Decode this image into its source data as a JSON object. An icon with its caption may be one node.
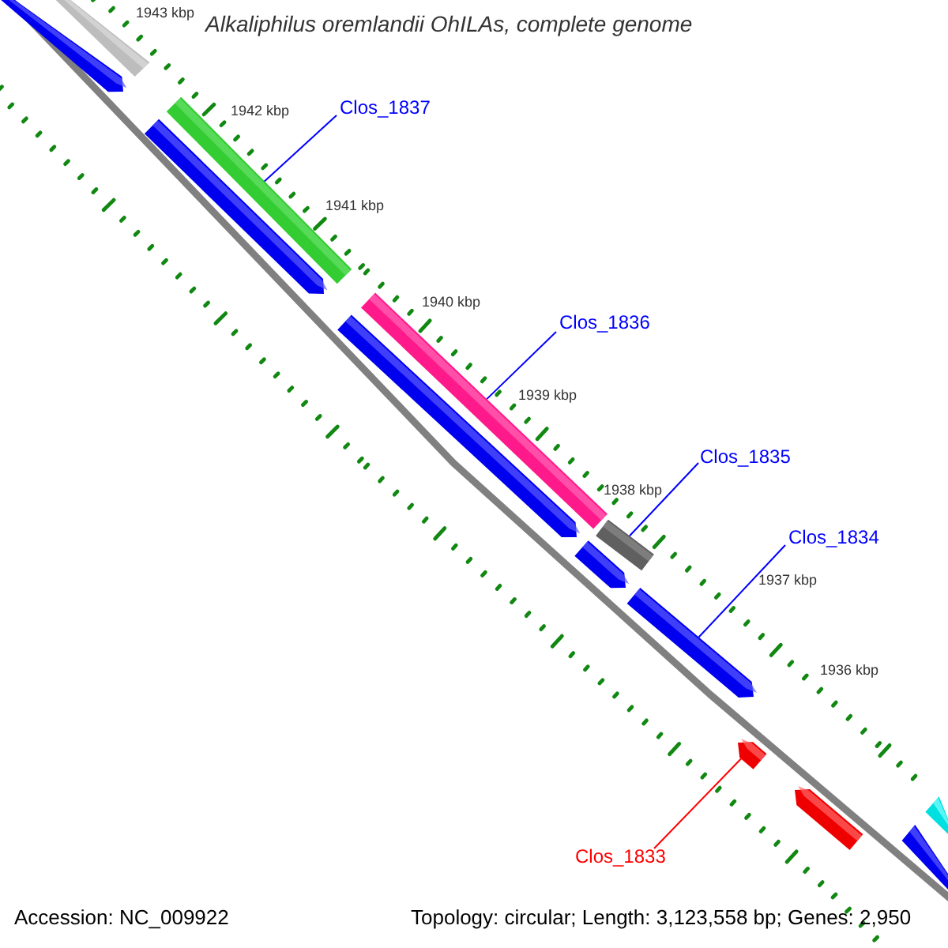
{
  "diagram": {
    "title": "Alkaliphilus oremlandii OhILAs, complete genome",
    "nodes": [
      {
        "text": [],
        "shape": "bar"
      },
      {
        "text": [],
        "shape": "bar"
      },
      {
        "text": [],
        "shape": "bar"
      },
      {
        "text": [],
        "shape": "bar"
      },
      {
        "text": [
          "Clos_1837"
        ]
      },
      {
        "text": [],
        "shape": "bar"
      },
      {
        "text": [],
        "shape": "bar"
      },
      {
        "text": [
          "Clos_1836"
        ]
      },
      {
        "text": [
          "Clos_1835"
        ]
      },
      {
        "text": [],
        "shape": "bar"
      },
      {
        "text": [],
        "shape": "bar"
      },
      {
        "text": [
          "Clos_1834"
        ]
      },
      {
        "text": [],
        "shape": "bar"
      },
      {
        "text": [],
        "shape": "bar"
      },
      {
        "text": [],
        "shape": "bar"
      },
      {
        "text": [],
        "shape": "bar"
      },
      {
        "text": [
          "Clos_1833"
        ]
      },
      {
        "text": [],
        "shape": "bar"
      }
    ],
    "edges": [
      {
        "from": 4,
        "to": 2,
        "arrow": "none"
      },
      {
        "from": 7,
        "to": 5,
        "arrow": "none"
      },
      {
        "from": 8,
        "to": 9,
        "arrow": "none"
      },
      {
        "from": 11,
        "to": 12,
        "arrow": "none"
      },
      {
        "from": 16,
        "to": 13,
        "arrow": "none",
        "color": "#ff0000"
      }
    ],
    "labels": [
      "1943 kbp",
      "1942 kbp",
      "1941 kbp",
      "1940 kbp",
      "1939 kbp",
      "1938 kbp",
      "1937 kbp",
      "1936 kbp",
      "Accession: NC_009922",
      "Topology: circular; Length: 3,123,558 bp; Genes: 2,950"
    ]
  }
}
